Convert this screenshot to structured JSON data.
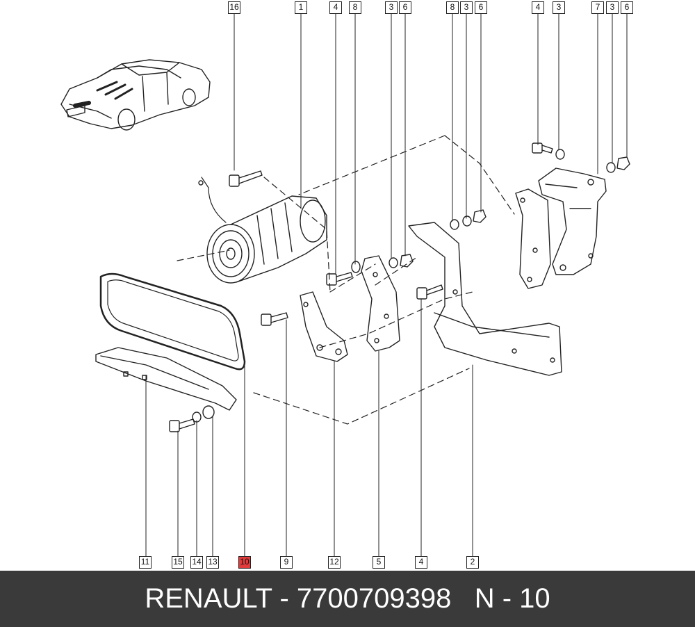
{
  "callouts_top": [
    "16",
    "1",
    "4",
    "8",
    "3",
    "6",
    "8",
    "3",
    "6",
    "4",
    "3",
    "7",
    "3",
    "6"
  ],
  "callouts_bottom": [
    "11",
    "15",
    "14",
    "13",
    "10",
    "9",
    "12",
    "5",
    "4",
    "2"
  ],
  "highlighted_part": "10",
  "footer": {
    "text": "RENAULT - 7700709398   N - 10"
  },
  "colors": {
    "highlight": "#e23b3b",
    "footer_bg": "#3a3a3a",
    "footer_text": "#ffffff",
    "line": "#222222"
  }
}
